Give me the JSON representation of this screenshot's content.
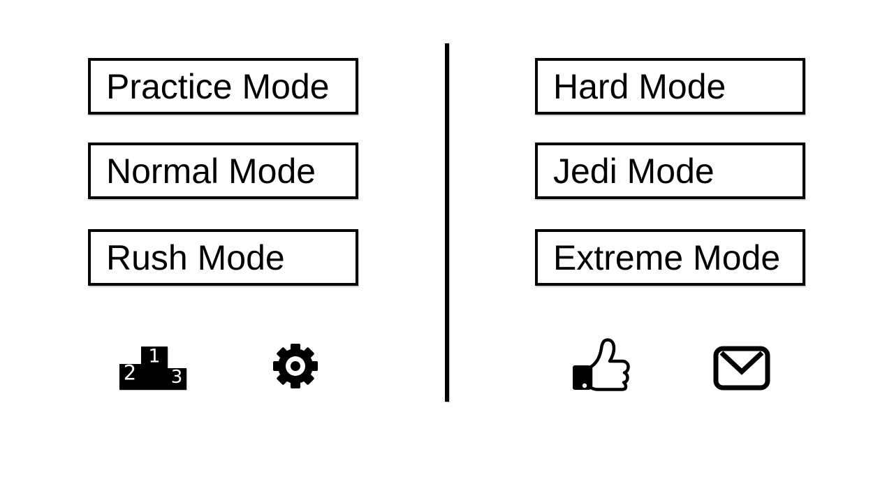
{
  "colors": {
    "background": "#ffffff",
    "foreground": "#000000"
  },
  "left_panel": {
    "buttons": [
      {
        "label": "Practice Mode"
      },
      {
        "label": "Normal Mode"
      },
      {
        "label": "Rush Mode"
      }
    ],
    "leaderboard_icon": {
      "name": "leaderboard-icon",
      "ranks": {
        "first": "1",
        "second": "2",
        "third": "3"
      }
    },
    "settings_icon": {
      "name": "settings-icon"
    }
  },
  "right_panel": {
    "buttons": [
      {
        "label": "Hard Mode"
      },
      {
        "label": "Jedi Mode"
      },
      {
        "label": "Extreme Mode"
      }
    ],
    "like_icon": {
      "name": "like-icon"
    },
    "mail_icon": {
      "name": "mail-icon"
    }
  }
}
